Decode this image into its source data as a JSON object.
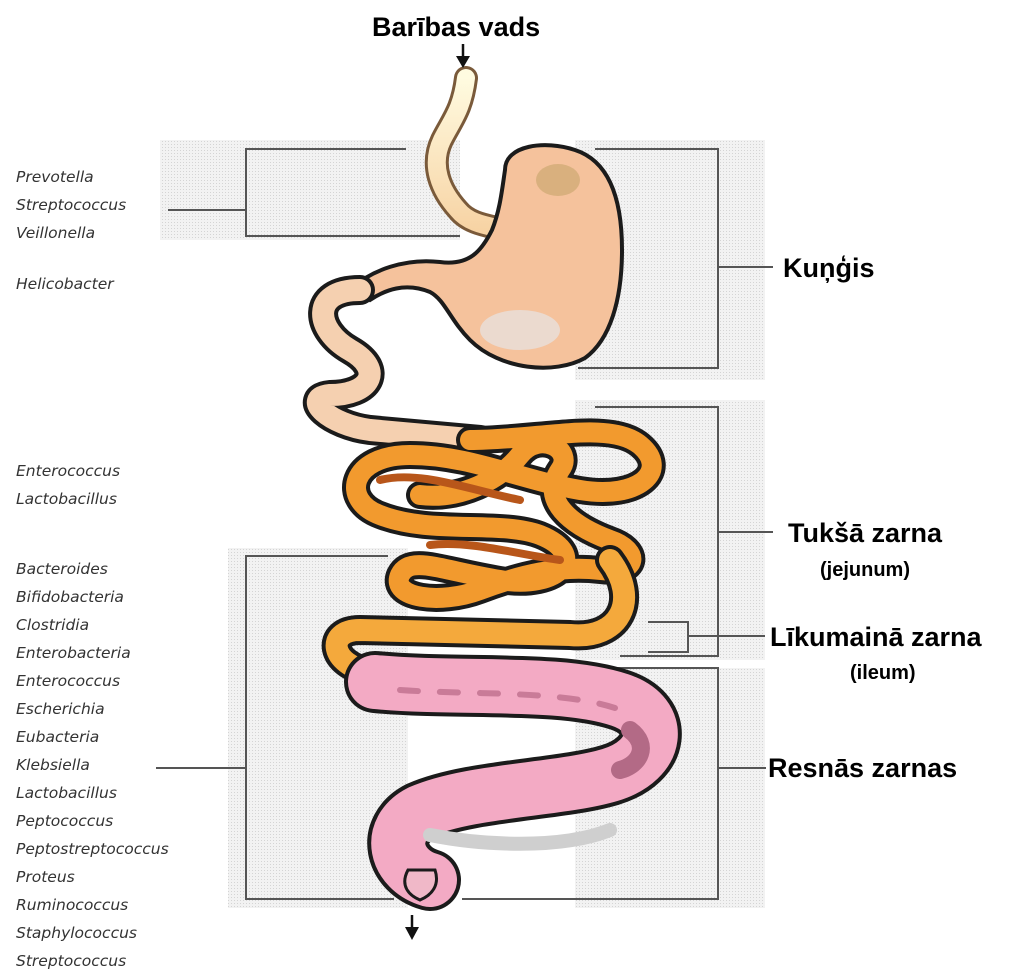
{
  "labels": {
    "esophagus": "Barības vads",
    "stomach": "Kuņģis",
    "jejunum": "Tukšā zarna",
    "jejunum_latin": "(jejunum)",
    "ileum": "Līkumainā zarna",
    "ileum_latin": "(ileum)",
    "colon": "Resnās zarnas"
  },
  "bacteria": {
    "stomach": [
      "Prevotella",
      "Streptococcus",
      "Veillonella"
    ],
    "stomach_extra": [
      "Helicobacter"
    ],
    "jejunum": [
      "Enterococcus",
      "Lactobacillus"
    ],
    "colon": [
      "Bacteroides",
      "Bifidobacteria",
      "Clostridia",
      "Enterobacteria",
      "Enterococcus",
      "Escherichia",
      "Eubacteria",
      "Klebsiella",
      "Lactobacillus",
      "Peptococcus",
      "Peptostreptococcus",
      "Proteus",
      "Ruminococcus",
      "Staphylococcus",
      "Streptococcus"
    ]
  },
  "colors": {
    "stomach": "#f6c8a0",
    "small_intestine": "#f29a2e",
    "small_intestine_dark": "#b8561a",
    "colon": "#f0a6c0",
    "colon_dark": "#b36a86",
    "panel": "#ececec",
    "frame": "#555555"
  },
  "icons": [
    "down-arrow-icon"
  ]
}
